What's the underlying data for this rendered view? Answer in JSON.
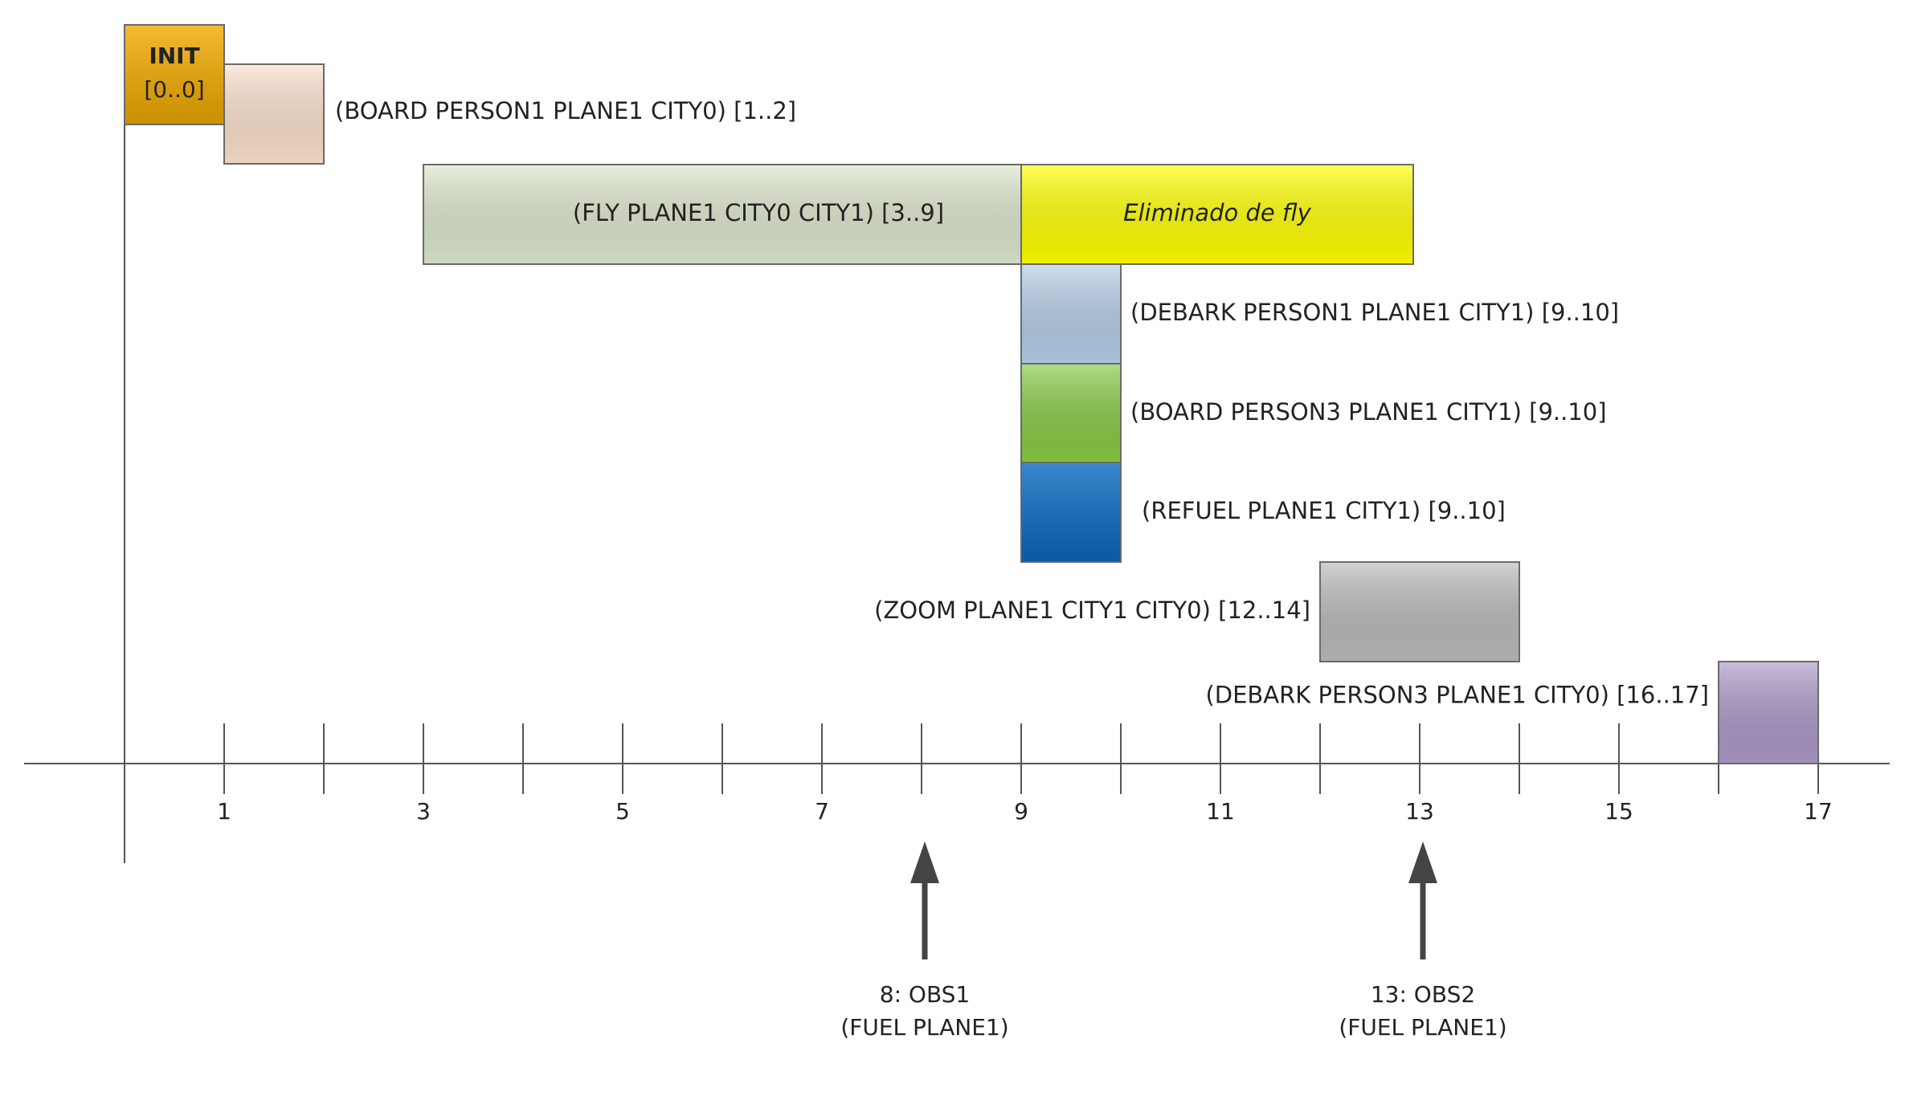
{
  "diagram": {
    "timeline": {
      "ticks": [
        0,
        1,
        2,
        3,
        4,
        5,
        6,
        7,
        8,
        9,
        10,
        11,
        12,
        13,
        14,
        15,
        16,
        17
      ],
      "labelled_ticks": [
        1,
        3,
        5,
        7,
        9,
        11,
        13,
        15,
        17
      ]
    },
    "init": {
      "title": "INIT",
      "range": "[0..0]",
      "start": 0,
      "end": 1,
      "color": "#f0aa00"
    },
    "actions": [
      {
        "id": "board-person1",
        "label": "(BOARD PERSON1 PLANE1 CITY0) [1..2]",
        "start": 1,
        "end": 2,
        "color": "#fbe0cc",
        "label_side": "right"
      },
      {
        "id": "fly-plane1",
        "label": "(FLY PLANE1 CITY0 CITY1) [3..9]",
        "start": 3,
        "end": 9,
        "color": "#dce6cc",
        "label_side": "inside"
      },
      {
        "id": "debark-person1",
        "label": "(DEBARK PERSON1 PLANE1 CITY1) [9..10]",
        "start": 9,
        "end": 10,
        "color": "#b4cde6",
        "label_side": "right"
      },
      {
        "id": "board-person3",
        "label": "(BOARD PERSON3 PLANE1 CITY1) [9..10]",
        "start": 9,
        "end": 10,
        "color": "#86c943",
        "label_side": "right"
      },
      {
        "id": "refuel-plane1",
        "label": "(REFUEL PLANE1 CITY1) [9..10]",
        "start": 9,
        "end": 10,
        "color": "#0a6ac0",
        "label_side": "right"
      },
      {
        "id": "zoom-plane1",
        "label": "(ZOOM PLANE1 CITY1 CITY0) [12..14]",
        "start": 12,
        "end": 14,
        "color": "#b9b9b9",
        "label_side": "left"
      },
      {
        "id": "debark-person3",
        "label": "(DEBARK PERSON3 PLANE1 CITY0) [16..17]",
        "start": 16,
        "end": 17,
        "color": "#ab98c6",
        "label_side": "left"
      }
    ],
    "removed": {
      "label": "Eliminado de fly",
      "start": 9,
      "end": 13,
      "color": "#ffff00"
    },
    "observations": [
      {
        "time": 8,
        "line1": "8: OBS1",
        "line2": "(FUEL PLANE1)"
      },
      {
        "time": 13,
        "line1": "13: OBS2",
        "line2": "(FUEL PLANE1)"
      }
    ]
  }
}
